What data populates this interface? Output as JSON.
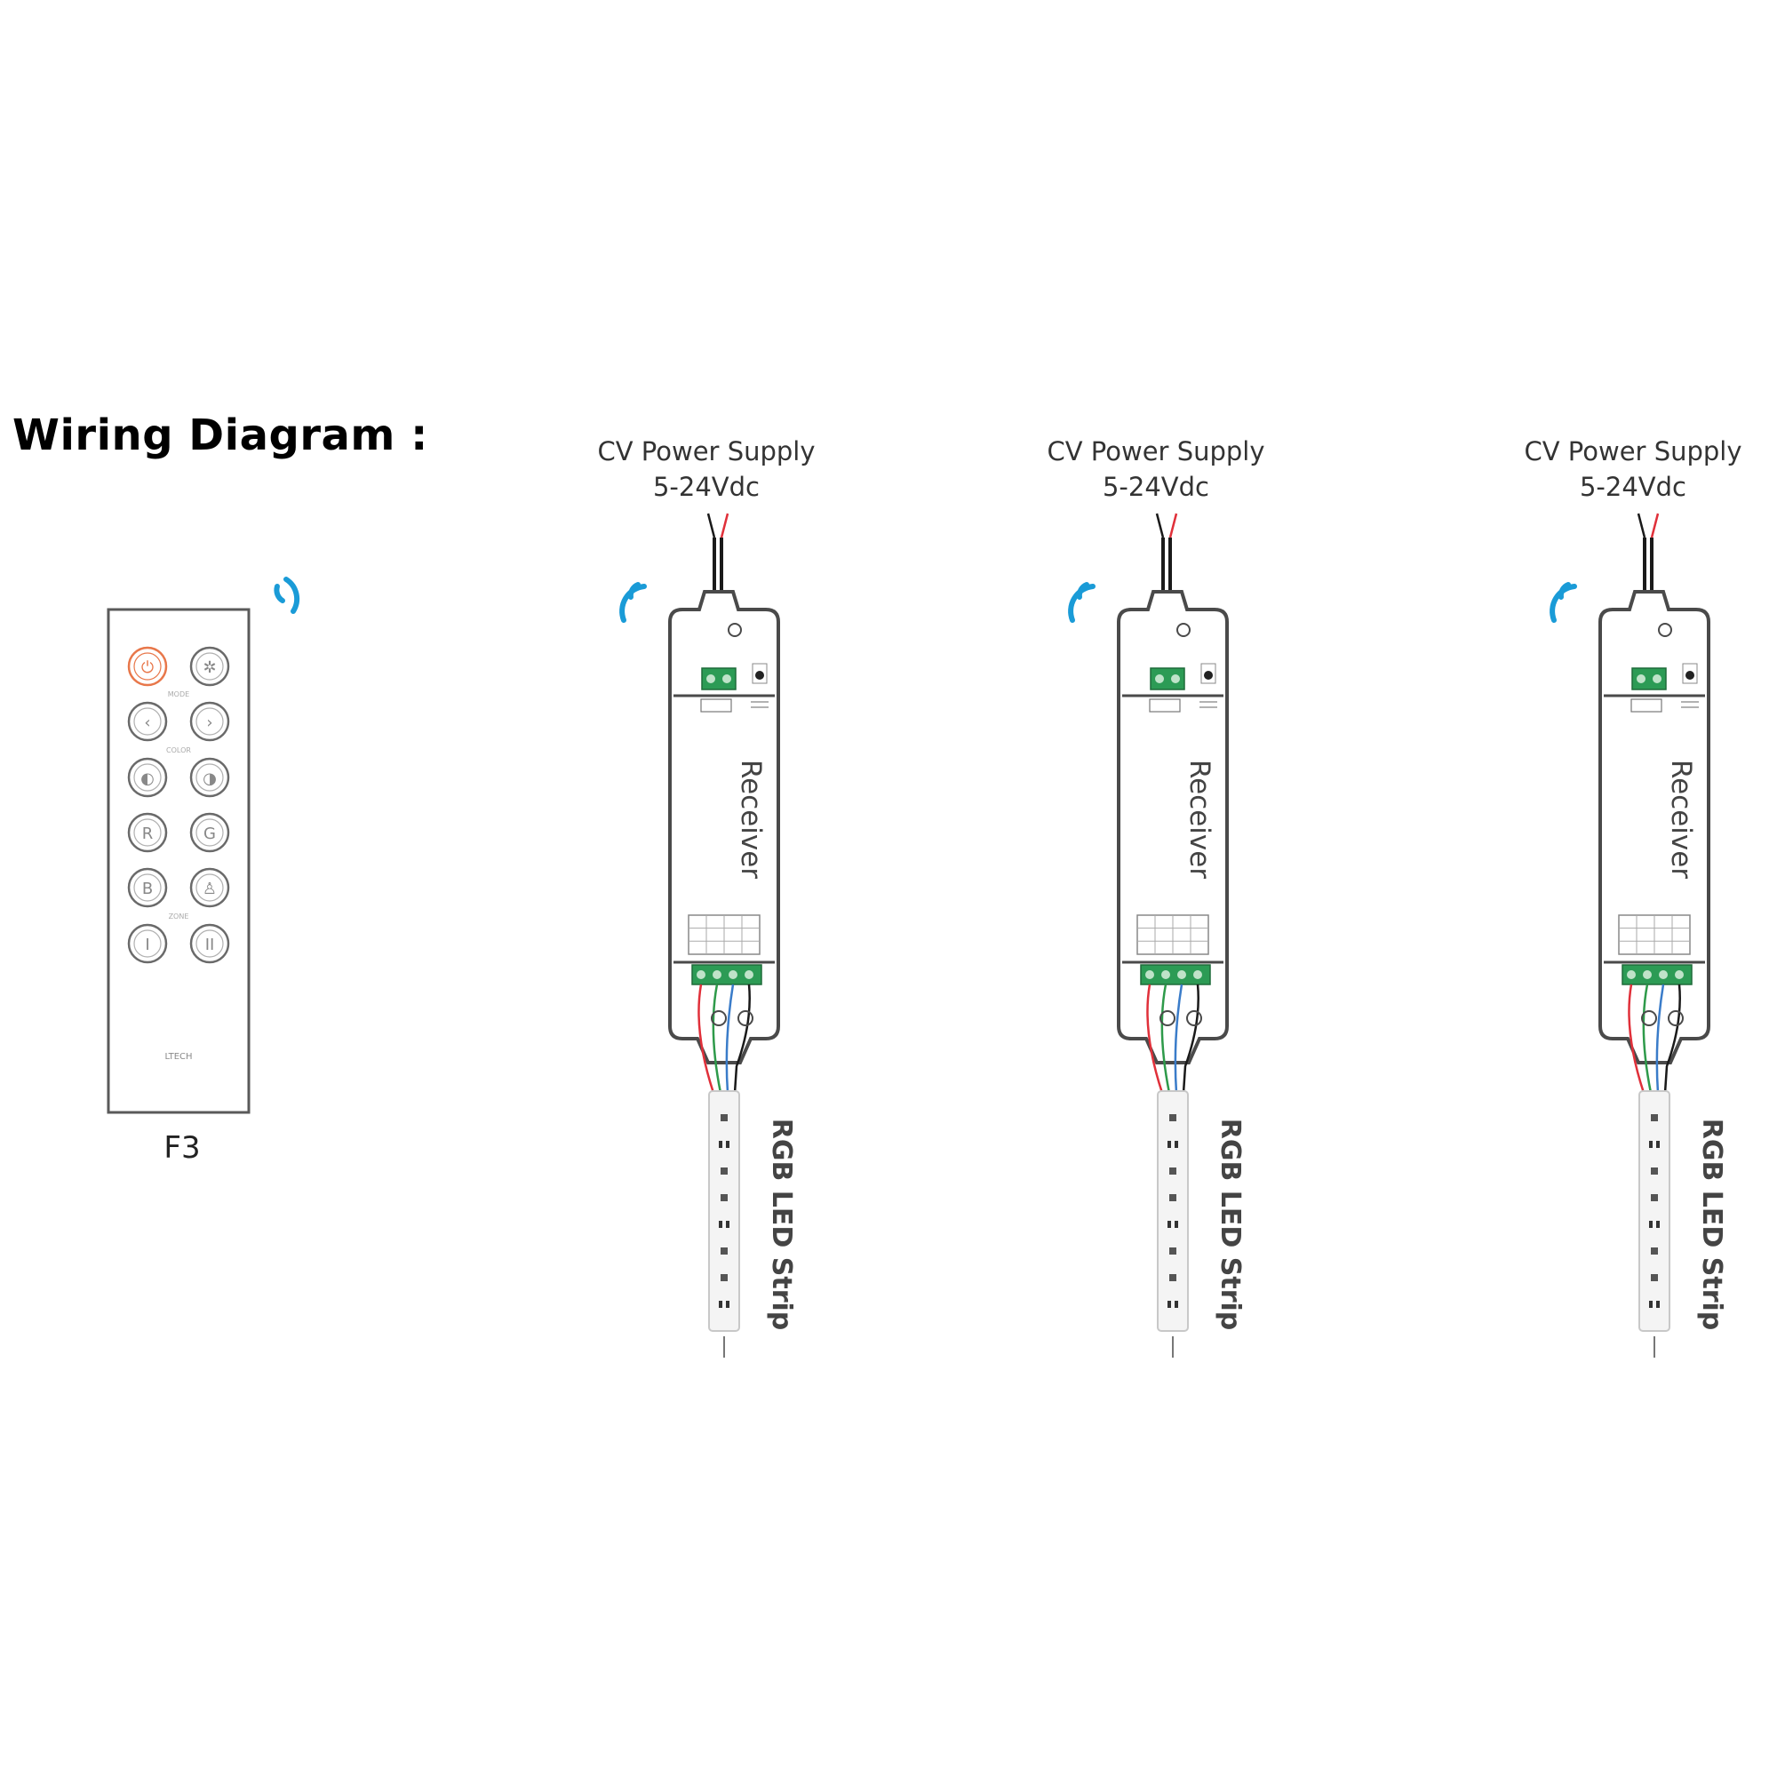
{
  "title": "Wiring Diagram :",
  "remote": {
    "model": "F3",
    "brand": "LTECH",
    "button_rows": [
      [
        "power",
        "scene"
      ],
      [
        "prev",
        "next"
      ],
      [
        "brightness-down",
        "brightness-up"
      ],
      [
        "R",
        "G"
      ],
      [
        "B",
        "W"
      ],
      [
        "I",
        "II"
      ]
    ],
    "row_captions": [
      "",
      "MODE",
      "COLOR",
      "",
      "",
      "ZONE"
    ]
  },
  "units": [
    {
      "power_supply": "CV Power Supply",
      "voltage": "5-24Vdc",
      "device": "Receiver",
      "strip": "RGB LED Strip"
    },
    {
      "power_supply": "CV Power Supply",
      "voltage": "5-24Vdc",
      "device": "Receiver",
      "strip": "RGB LED Strip"
    },
    {
      "power_supply": "CV Power Supply",
      "voltage": "5-24Vdc",
      "device": "Receiver",
      "strip": "RGB LED Strip"
    }
  ],
  "colors": {
    "signal": "#1a9bd7",
    "wire_red": "#e0303a",
    "wire_green": "#2e9a4a",
    "wire_blue": "#3a7cc9",
    "wire_black": "#1a1a1a",
    "terminal": "#2c9b55",
    "outline": "#4a4a4a",
    "power_button": "#e8774a"
  }
}
